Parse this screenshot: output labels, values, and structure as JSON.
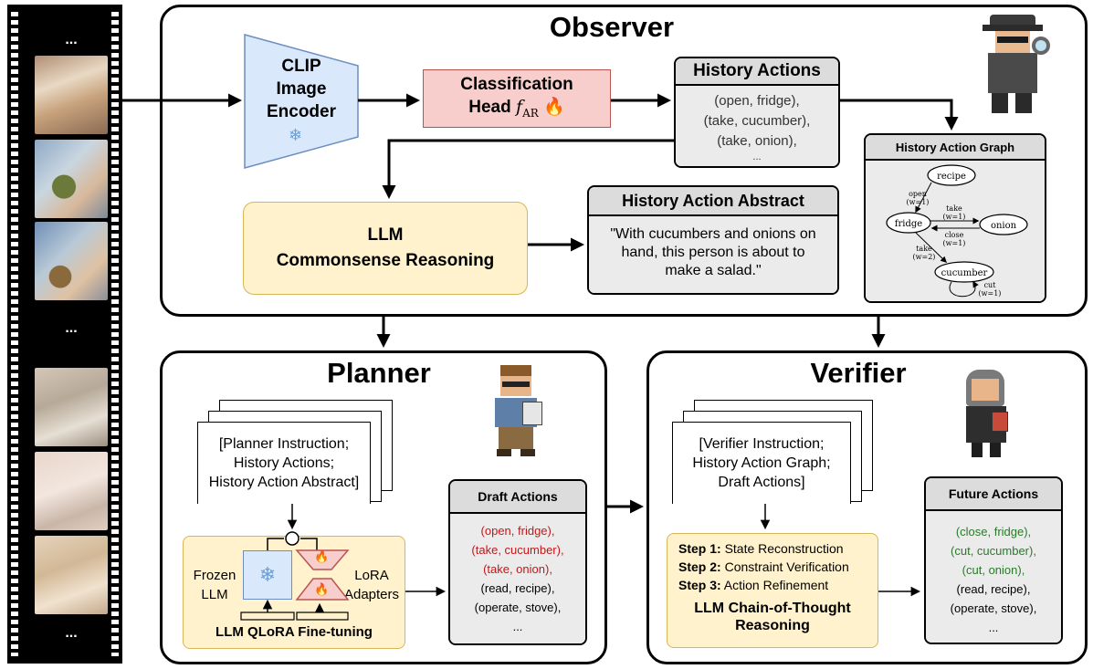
{
  "film": {
    "ellipsis_top": "...",
    "ellipsis_mid": "...",
    "ellipsis_bottom": "..."
  },
  "observer": {
    "title": "Observer",
    "encoder": {
      "line1": "CLIP",
      "line2": "Image",
      "line3": "Encoder"
    },
    "head": {
      "line1": "Classification",
      "line2": "Head",
      "math": "f",
      "math_sub": "AR"
    },
    "history_actions": {
      "title": "History Actions",
      "items": [
        "(open, fridge),",
        "(take, cucumber),",
        "(take, onion),",
        "..."
      ]
    },
    "llm": {
      "line1": "LLM",
      "line2": "Commonsense Reasoning"
    },
    "abstract": {
      "title": "History Action Abstract",
      "line1": "\"With cucumbers and onions on",
      "line2": "hand,  this person is about to",
      "line3": "make a salad.\""
    },
    "graph": {
      "title": "History Action Graph",
      "nodes": {
        "recipe": "recipe",
        "fridge": "fridge",
        "onion": "onion",
        "cucumber": "cucumber"
      },
      "edges": {
        "open": "open",
        "open_w": "(w=1)",
        "take1": "take",
        "take1_w": "(w=1)",
        "close": "close",
        "close_w": "(w=1)",
        "take2": "take",
        "take2_w": "(w=2)",
        "cut": "cut",
        "cut_w": "(w=1)"
      }
    }
  },
  "planner": {
    "title": "Planner",
    "doc": {
      "line1": "[Planner Instruction;",
      "line2": "History Actions;",
      "line3": "History Action Abstract]"
    },
    "finetune": {
      "frozen": "Frozen",
      "llm": "LLM",
      "lora": "LoRA",
      "adapters": "Adapters",
      "title": "LLM QLoRA Fine-tuning",
      "oplus": "⊕"
    },
    "draft": {
      "title": "Draft Actions",
      "items_red": [
        "(open, fridge),",
        "(take, cucumber),",
        "(take, onion),"
      ],
      "items_black": [
        "(read, recipe),",
        "(operate, stove),",
        "..."
      ]
    }
  },
  "verifier": {
    "title": "Verifier",
    "doc": {
      "line1": "[Verifier Instruction;",
      "line2": "History Action Graph;",
      "line3": "Draft Actions]"
    },
    "steps": [
      {
        "label": "Step 1:",
        "text": " State Reconstruction"
      },
      {
        "label": "Step 2:",
        "text": " Constraint Verification"
      },
      {
        "label": "Step 3:",
        "text": " Action Refinement"
      }
    ],
    "cot": {
      "line1": "LLM Chain-of-Thought",
      "line2": "Reasoning"
    },
    "future": {
      "title": "Future Actions",
      "items_green": [
        "(close, fridge),",
        "(cut, cucumber),",
        "(cut, onion),"
      ],
      "items_black": [
        "(read, recipe),",
        "(operate, stove),",
        "..."
      ]
    }
  },
  "colors": {
    "encoder_fill": "#dae8fc",
    "encoder_stroke": "#6c8ebf",
    "head_fill": "#f8cecc",
    "head_stroke": "#b85450",
    "llm_fill": "#fff2cc",
    "llm_stroke": "#d6b656",
    "box_header": "#dcdcdc",
    "box_body": "#ebebeb",
    "red_text": "#c0181b",
    "green_text": "#2a7a2a"
  },
  "icons": [
    "detective-avatar-icon",
    "planner-avatar-icon",
    "verifier-avatar-icon",
    "snowflake-icon",
    "fire-icon"
  ]
}
